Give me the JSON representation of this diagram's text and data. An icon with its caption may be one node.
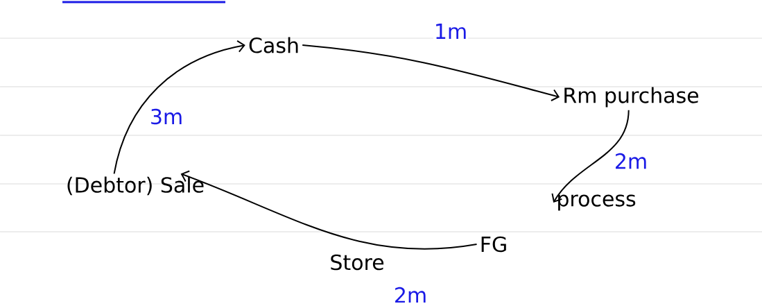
{
  "diagram": {
    "nodes": [
      {
        "text": [
          "Cash"
        ]
      },
      {
        "text": [
          "Rm purchase"
        ]
      },
      {
        "text": [
          "process"
        ]
      },
      {
        "text": [
          "FG"
        ]
      },
      {
        "text": [
          "(Debtor) Sale"
        ]
      }
    ],
    "edges": [
      {
        "from": 0,
        "to": 1,
        "arrow": "to",
        "label": "1m"
      },
      {
        "from": 1,
        "to": 2,
        "arrow": "to",
        "label": "2m"
      },
      {
        "from": 3,
        "to": 4,
        "arrow": "to",
        "label": "Store"
      },
      {
        "from": 4,
        "to": 0,
        "arrow": "to",
        "label": "3m"
      }
    ],
    "labels": [
      "2m"
    ]
  }
}
